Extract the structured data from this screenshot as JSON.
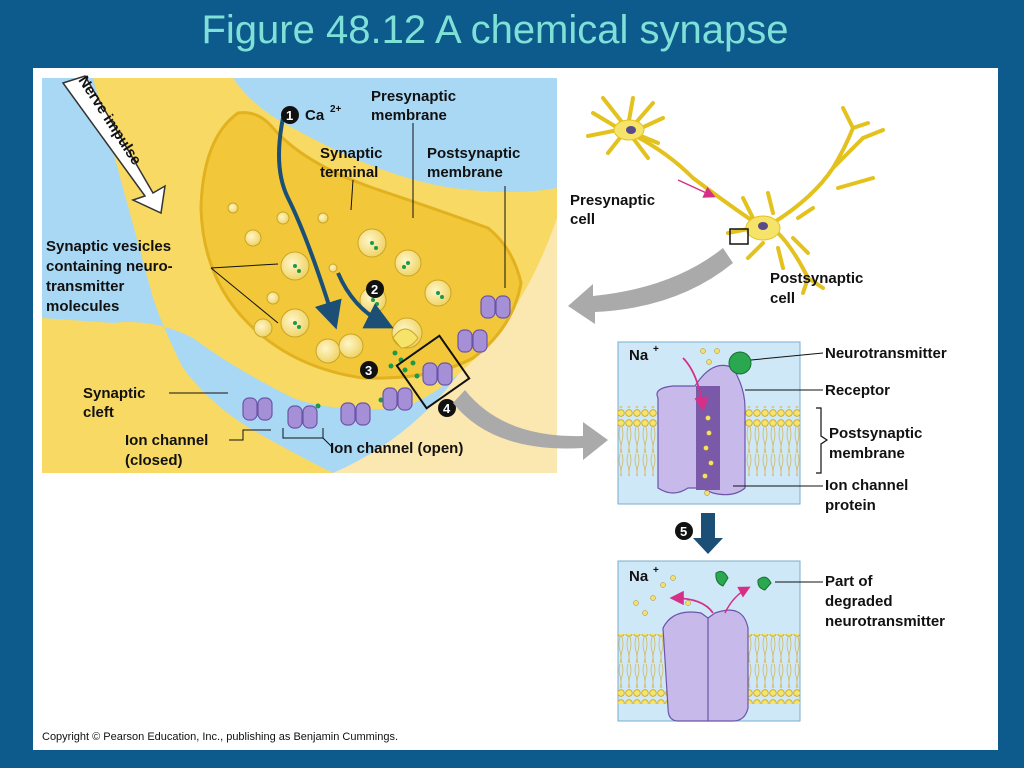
{
  "title": "Figure 48.12  A chemical synapse",
  "copyright": "Copyright © Pearson Education, Inc., publishing as Benjamin Cummings.",
  "labels": {
    "nerve_impulse": "Nerve impulse",
    "step1_num": "1",
    "ca": "Ca",
    "ca_sup": "2+",
    "presynaptic_membrane_1": "Presynaptic",
    "presynaptic_membrane_2": "membrane",
    "synaptic_terminal_1": "Synaptic",
    "synaptic_terminal_2": "terminal",
    "postsynaptic_membrane_1": "Postsynaptic",
    "postsynaptic_membrane_2": "membrane",
    "vesicles_1": "Synaptic vesicles",
    "vesicles_2": "containing neuro-",
    "vesicles_3": "transmitter",
    "vesicles_4": "molecules",
    "step2_num": "2",
    "step3_num": "3",
    "step4_num": "4",
    "step5_num": "5",
    "cleft_1": "Synaptic",
    "cleft_2": "cleft",
    "closed_1": "Ion channel",
    "closed_2": "(closed)",
    "open": "Ion channel (open)",
    "presynaptic_cell_1": "Presynaptic",
    "presynaptic_cell_2": "cell",
    "postsynaptic_cell_1": "Postsynaptic",
    "postsynaptic_cell_2": "cell",
    "na": "Na",
    "na_sup": "+",
    "neurotransmitter": "Neurotransmitter",
    "receptor": "Receptor",
    "post_membrane_1": "Postsynaptic",
    "post_membrane_2": "membrane",
    "ion_channel_protein_1": "Ion channel",
    "ion_channel_protein_2": "protein",
    "na2": "Na",
    "na2_sup": "+",
    "degraded_1": "Part of",
    "degraded_2": "degraded",
    "degraded_3": "neurotransmitter"
  },
  "colors": {
    "background": "#0d5a8c",
    "title": "#7fe0d8",
    "cytoplasm": "#f2c83a",
    "extracellular": "#a9d8f5",
    "postsynaptic": "#fbe7b0",
    "protein": "#b9a8e0",
    "step_arrow": "#1c4f75"
  }
}
